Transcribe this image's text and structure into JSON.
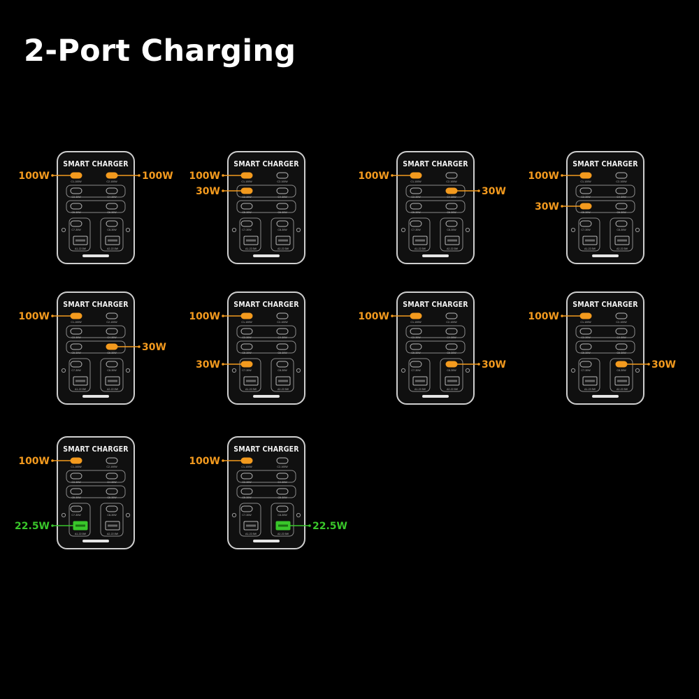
{
  "title": "2-Port Charging",
  "device": {
    "brand_label": "SMART CHARGER",
    "port_labels": {
      "C1": "C1-100W",
      "C2": "C2-100W",
      "C3": "C3-30W",
      "C4": "C4-30W",
      "C5": "C5-30W",
      "C6": "C6-30W",
      "C7": "C7-30W",
      "C8": "C8-30W",
      "A1": "A1-22.5W",
      "A2": "A2-22.5W"
    }
  },
  "colors": {
    "background": "#000000",
    "title": "#ffffff",
    "usb_c_active": "#f39a1e",
    "usb_a_active": "#39c62a",
    "device_outline": "#cfcfcf",
    "device_body": "#101010"
  },
  "combinations": [
    {
      "ports": [
        {
          "port": "C1",
          "watts": "100W",
          "side": "left"
        },
        {
          "port": "C2",
          "watts": "100W",
          "side": "right"
        }
      ]
    },
    {
      "ports": [
        {
          "port": "C1",
          "watts": "100W",
          "side": "left"
        },
        {
          "port": "C3",
          "watts": "30W",
          "side": "left"
        }
      ]
    },
    {
      "ports": [
        {
          "port": "C1",
          "watts": "100W",
          "side": "left"
        },
        {
          "port": "C4",
          "watts": "30W",
          "side": "right"
        }
      ]
    },
    {
      "ports": [
        {
          "port": "C1",
          "watts": "100W",
          "side": "left"
        },
        {
          "port": "C5",
          "watts": "30W",
          "side": "left"
        }
      ]
    },
    {
      "ports": [
        {
          "port": "C1",
          "watts": "100W",
          "side": "left"
        },
        {
          "port": "C6",
          "watts": "30W",
          "side": "right"
        }
      ]
    },
    {
      "ports": [
        {
          "port": "C1",
          "watts": "100W",
          "side": "left"
        },
        {
          "port": "C7",
          "watts": "30W",
          "side": "left"
        }
      ]
    },
    {
      "ports": [
        {
          "port": "C1",
          "watts": "100W",
          "side": "left"
        },
        {
          "port": "C8",
          "watts": "30W",
          "side": "right"
        }
      ]
    },
    {
      "ports": [
        {
          "port": "C1",
          "watts": "100W",
          "side": "left"
        },
        {
          "port": "C8",
          "watts": "30W",
          "side": "right"
        }
      ]
    },
    {
      "ports": [
        {
          "port": "C1",
          "watts": "100W",
          "side": "left"
        },
        {
          "port": "A1",
          "watts": "22.5W",
          "side": "left"
        }
      ]
    },
    {
      "ports": [
        {
          "port": "C1",
          "watts": "100W",
          "side": "left"
        },
        {
          "port": "A2",
          "watts": "22.5W",
          "side": "right"
        }
      ]
    }
  ]
}
